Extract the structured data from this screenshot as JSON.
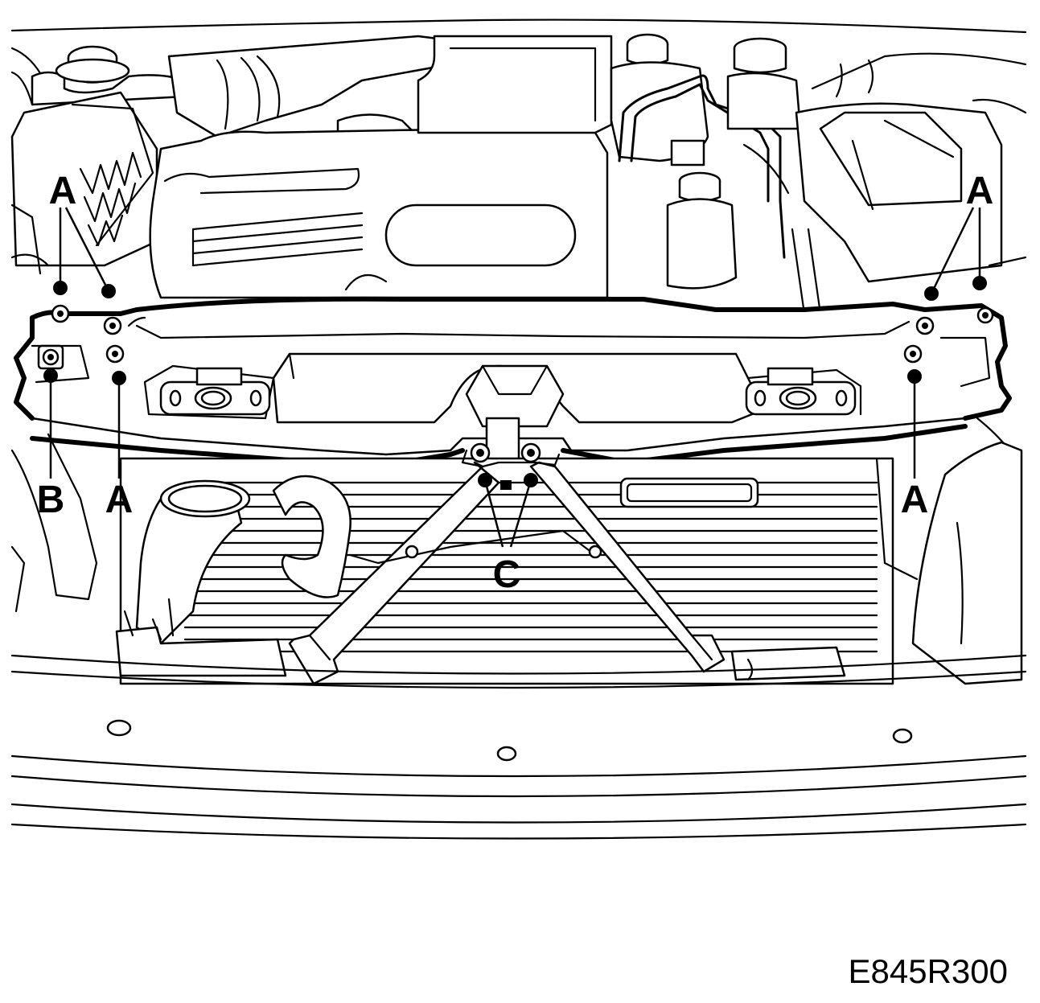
{
  "figure": {
    "code": "E845R300"
  },
  "callouts": {
    "a_top_left": "A",
    "a_top_right": "A",
    "b_left": "B",
    "a_left_lower": "A",
    "a_right_lower": "A",
    "c_center": "C"
  }
}
